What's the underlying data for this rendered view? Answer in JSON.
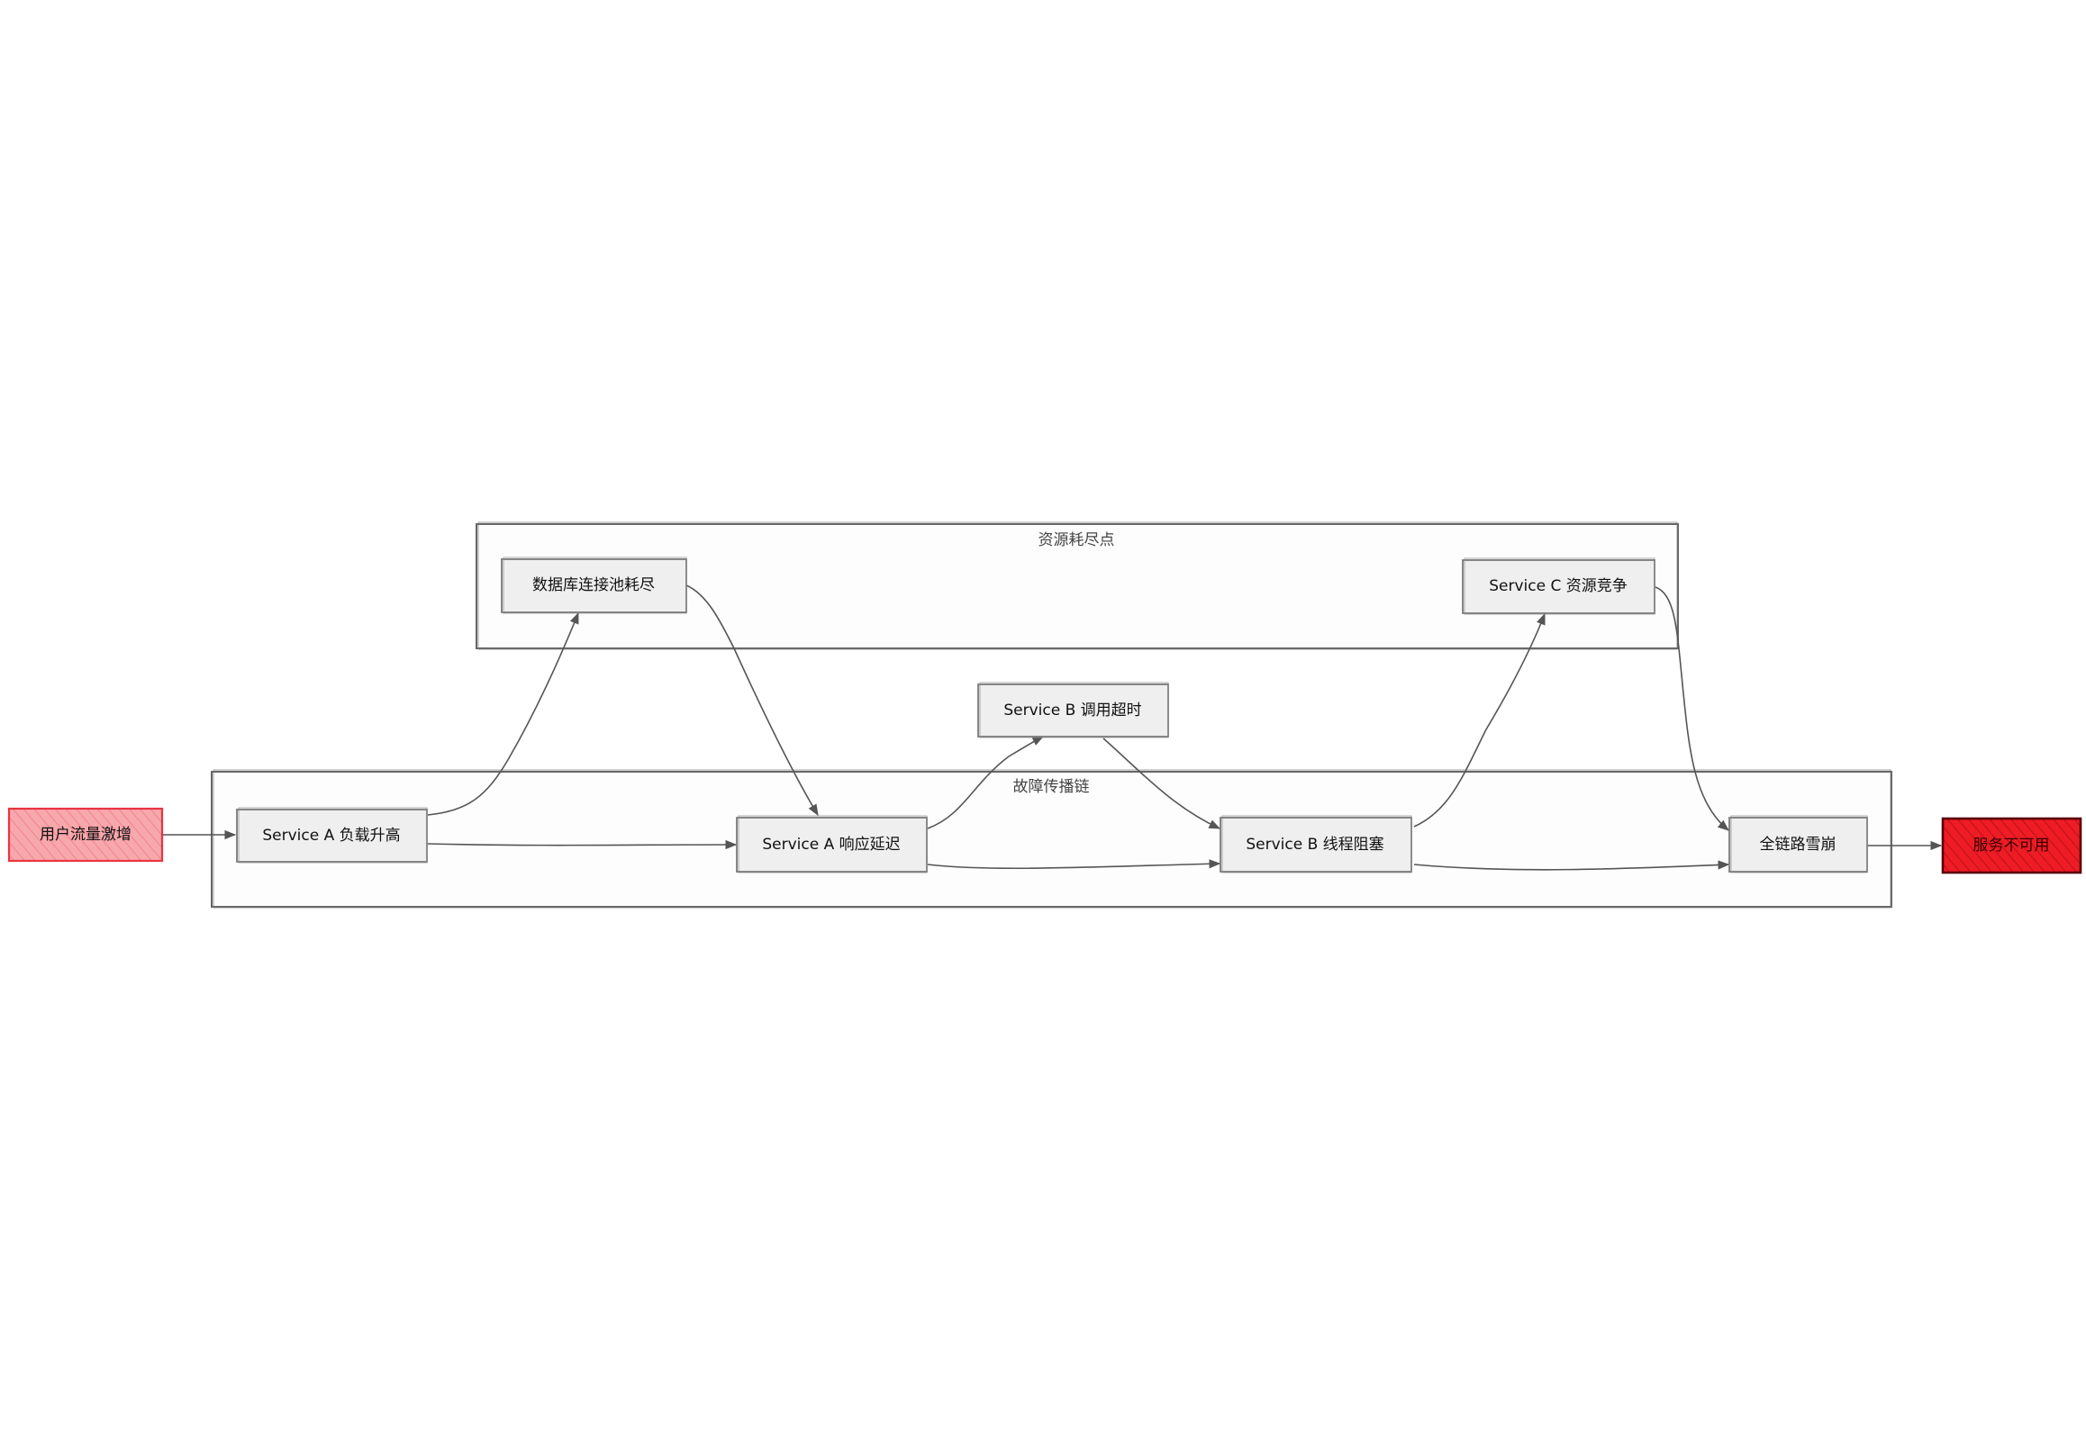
{
  "diagram": {
    "groups": [
      {
        "id": "resource",
        "label": "资源耗尽点"
      },
      {
        "id": "chain",
        "label": "故障传播链"
      }
    ],
    "nodes": [
      {
        "id": "traffic",
        "label": "用户流量激增",
        "fill": "#f7a8ad",
        "stroke": "#e8353f",
        "hatch": "#ee6b72"
      },
      {
        "id": "a_load",
        "label": "Service A 负载升高"
      },
      {
        "id": "db_pool",
        "label": "数据库连接池耗尽"
      },
      {
        "id": "a_latency",
        "label": "Service A 响应延迟"
      },
      {
        "id": "b_timeout",
        "label": "Service B 调用超时"
      },
      {
        "id": "b_block",
        "label": "Service B 线程阻塞"
      },
      {
        "id": "c_contend",
        "label": "Service C 资源竞争"
      },
      {
        "id": "collapse",
        "label": "全链路雪崩"
      },
      {
        "id": "unavailable",
        "label": "服务不可用",
        "fill": "#ee1c25",
        "stroke": "#5a0005",
        "hatch": "#a40a12",
        "text_color": "#3a0000"
      }
    ],
    "edges": [
      {
        "from": "traffic",
        "to": "a_load"
      },
      {
        "from": "a_load",
        "to": "db_pool"
      },
      {
        "from": "a_load",
        "to": "a_latency"
      },
      {
        "from": "db_pool",
        "to": "a_latency"
      },
      {
        "from": "a_latency",
        "to": "b_timeout"
      },
      {
        "from": "a_latency",
        "to": "b_block"
      },
      {
        "from": "b_timeout",
        "to": "b_block"
      },
      {
        "from": "b_block",
        "to": "c_contend"
      },
      {
        "from": "b_block",
        "to": "collapse"
      },
      {
        "from": "c_contend",
        "to": "collapse"
      },
      {
        "from": "collapse",
        "to": "unavailable"
      }
    ]
  }
}
